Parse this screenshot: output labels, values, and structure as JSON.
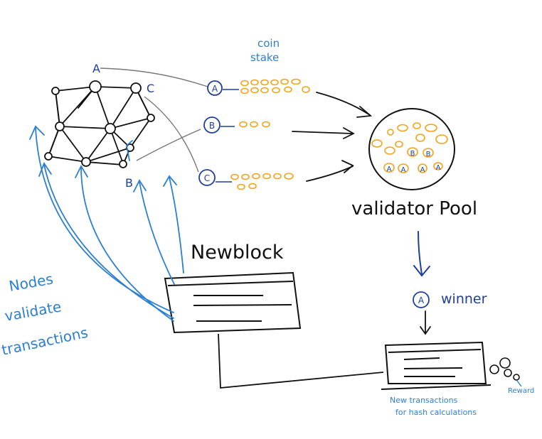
{
  "labels": {
    "coin": "coin",
    "stake": "stake",
    "node_a": "A",
    "node_b": "B",
    "node_c": "C",
    "validator_pool": "validator Pool",
    "new_block": "Newblock",
    "nodes_line1": "Nodes",
    "nodes_line2": "validate",
    "nodes_line3": "transactions",
    "winner_badge": "A",
    "winner": "winner",
    "new_tx_line1": "New transactions",
    "new_tx_line2": "for hash calculations",
    "reward": "Reward"
  },
  "stakers": [
    {
      "badge": "A"
    },
    {
      "badge": "B"
    },
    {
      "badge": "C"
    }
  ],
  "pool_tokens": [
    "B",
    "B",
    "A",
    "A",
    "A",
    "A"
  ],
  "colors": {
    "stroke": "#111111",
    "link": "#777777",
    "blue": "#2d7fd0",
    "navy": "#1f3f9c",
    "coin": "#f4a21a"
  }
}
